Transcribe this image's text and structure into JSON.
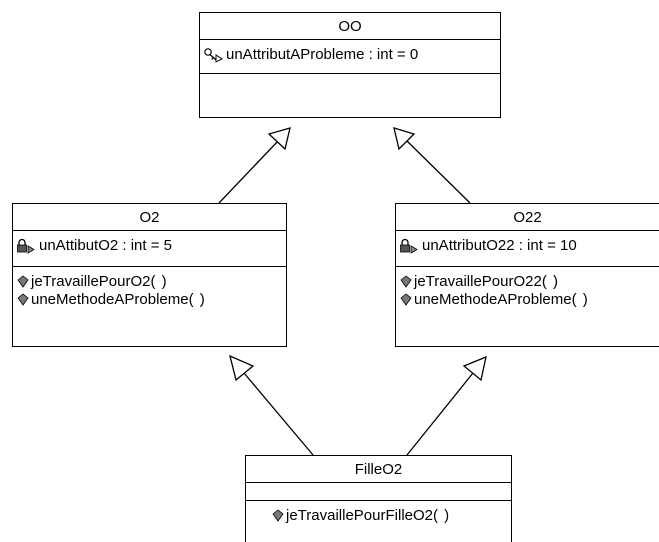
{
  "classes": {
    "oo": {
      "name": "OO",
      "attributes": [
        {
          "text": "unAttributAProbleme : int = 0",
          "icon": "key-attribute-icon"
        }
      ],
      "operations": []
    },
    "o2": {
      "name": "O2",
      "attributes": [
        {
          "text": "unAttibutO2 : int = 5",
          "icon": "lock-attribute-icon"
        }
      ],
      "operations": [
        {
          "text": "jeTravaillePourO2",
          "suffix": "( )",
          "icon": "operation-icon"
        },
        {
          "text": "uneMethodeAProbleme",
          "suffix": "( )",
          "icon": "operation-icon"
        }
      ]
    },
    "o22": {
      "name": "O22",
      "attributes": [
        {
          "text": "unAttributO22 : int = 10",
          "icon": "lock-attribute-icon"
        }
      ],
      "operations": [
        {
          "text": "jeTravaillePourO22",
          "suffix": "( )",
          "icon": "operation-icon"
        },
        {
          "text": "uneMethodeAProbleme",
          "suffix": "( )",
          "icon": "operation-icon"
        }
      ]
    },
    "fille": {
      "name": "FilleO2",
      "attributes": [],
      "operations": [
        {
          "text": "jeTravaillePourFilleO2",
          "suffix": "( )",
          "icon": "operation-icon"
        }
      ]
    }
  },
  "relations": [
    {
      "type": "generalization",
      "from": "O2",
      "to": "OO"
    },
    {
      "type": "generalization",
      "from": "O22",
      "to": "OO"
    },
    {
      "type": "generalization",
      "from": "FilleO2",
      "to": "O2"
    },
    {
      "type": "generalization",
      "from": "FilleO2",
      "to": "O22"
    }
  ]
}
